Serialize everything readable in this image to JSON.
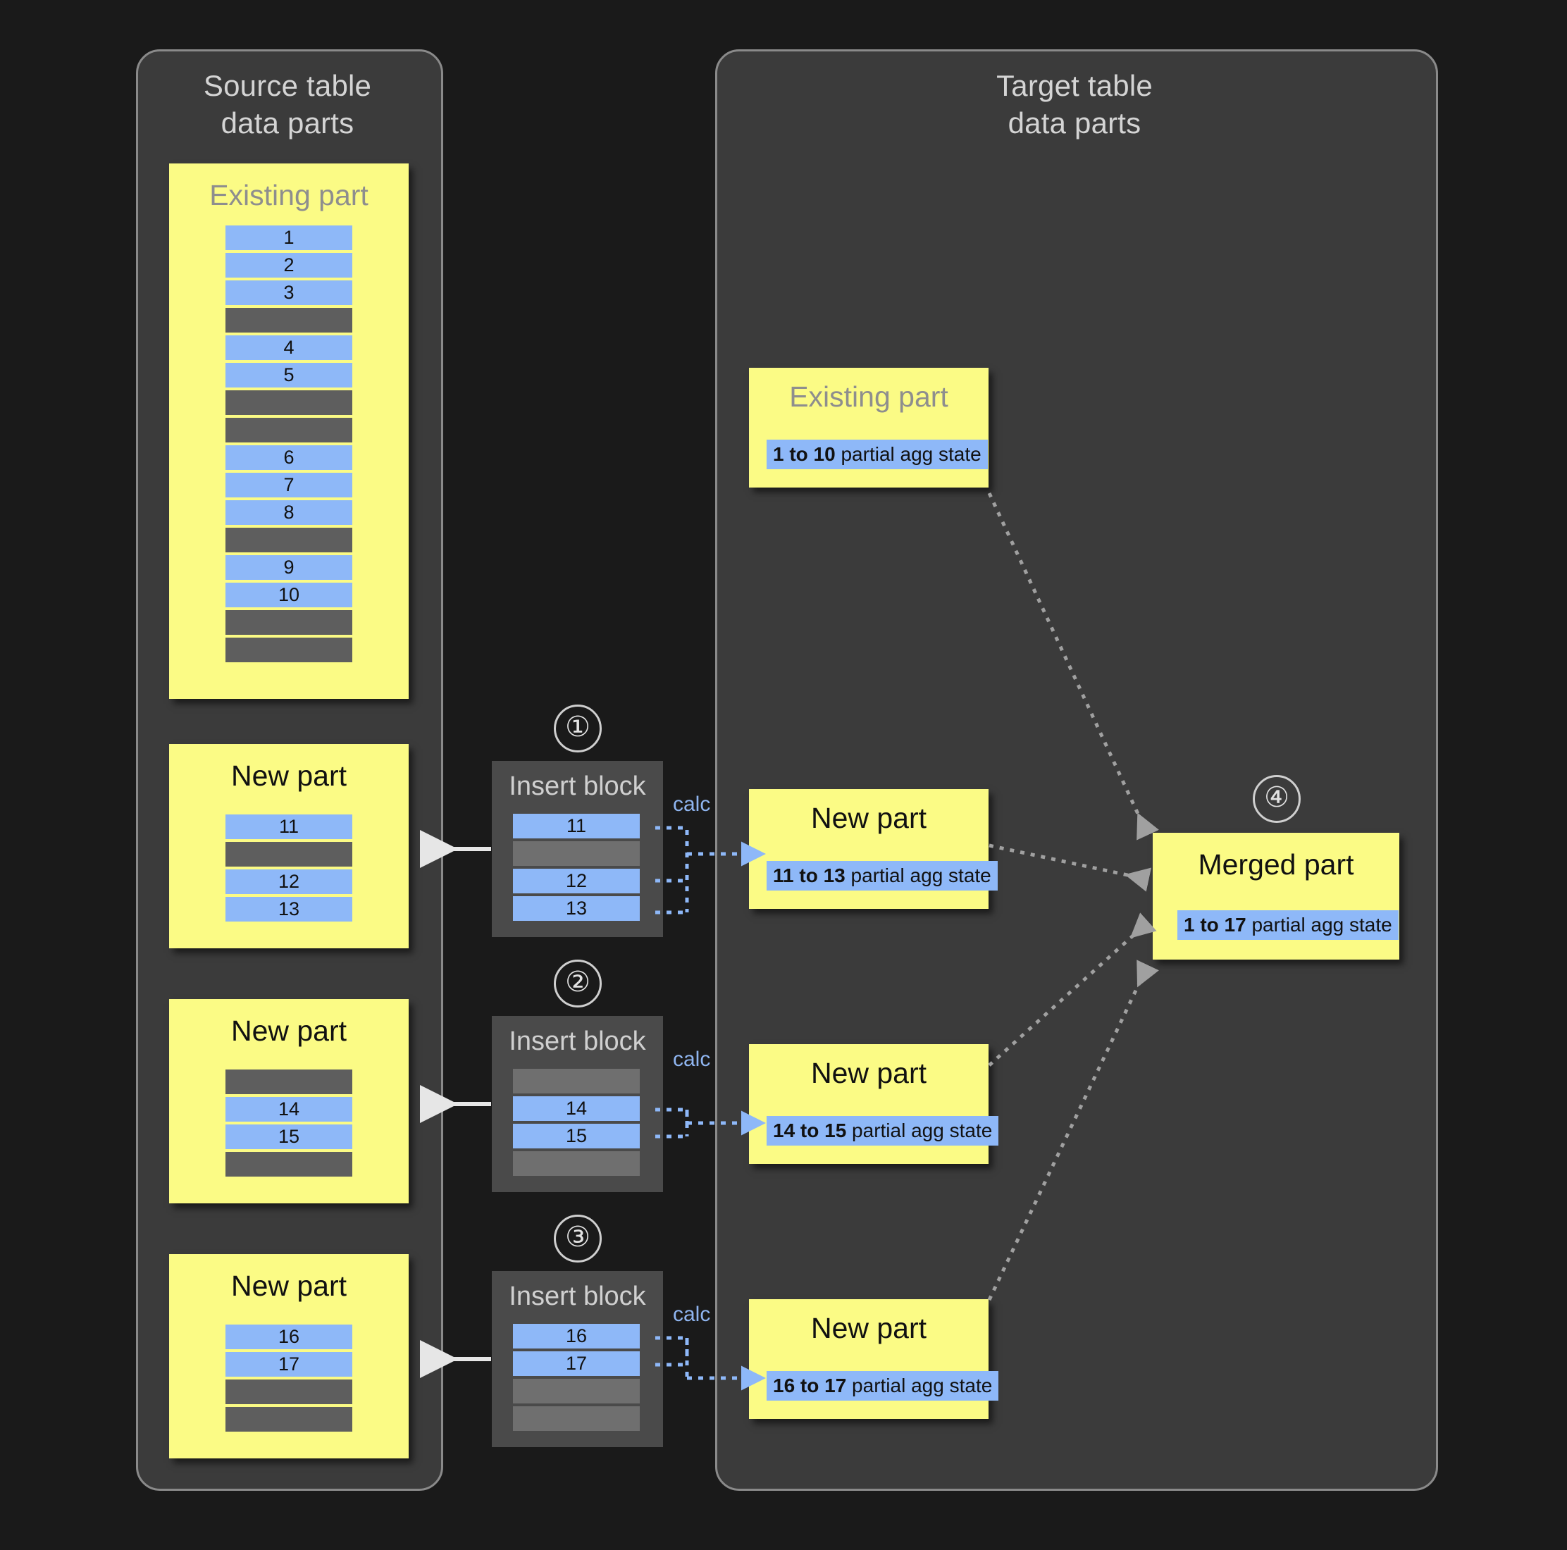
{
  "source_panel": {
    "title": "Source table\ndata parts",
    "parts": [
      {
        "name": "existing-part",
        "title": "Existing part",
        "title_style": "muted",
        "rows": [
          {
            "type": "blue",
            "label": "1"
          },
          {
            "type": "blue",
            "label": "2"
          },
          {
            "type": "blue",
            "label": "3"
          },
          {
            "type": "gray",
            "label": ""
          },
          {
            "type": "blue",
            "label": "4"
          },
          {
            "type": "blue",
            "label": "5"
          },
          {
            "type": "gray",
            "label": ""
          },
          {
            "type": "gray",
            "label": ""
          },
          {
            "type": "blue",
            "label": "6"
          },
          {
            "type": "blue",
            "label": "7"
          },
          {
            "type": "blue",
            "label": "8"
          },
          {
            "type": "gray",
            "label": ""
          },
          {
            "type": "blue",
            "label": "9"
          },
          {
            "type": "blue",
            "label": "10"
          },
          {
            "type": "gray",
            "label": ""
          },
          {
            "type": "gray",
            "label": ""
          }
        ]
      },
      {
        "name": "new-part-1",
        "title": "New part",
        "title_style": "dark",
        "rows": [
          {
            "type": "blue",
            "label": "11"
          },
          {
            "type": "gray",
            "label": ""
          },
          {
            "type": "blue",
            "label": "12"
          },
          {
            "type": "blue",
            "label": "13"
          }
        ]
      },
      {
        "name": "new-part-2",
        "title": "New part",
        "title_style": "dark",
        "rows": [
          {
            "type": "gray",
            "label": ""
          },
          {
            "type": "blue",
            "label": "14"
          },
          {
            "type": "blue",
            "label": "15"
          },
          {
            "type": "gray",
            "label": ""
          }
        ]
      },
      {
        "name": "new-part-3",
        "title": "New part",
        "title_style": "dark",
        "rows": [
          {
            "type": "blue",
            "label": "16"
          },
          {
            "type": "blue",
            "label": "17"
          },
          {
            "type": "gray",
            "label": ""
          },
          {
            "type": "gray",
            "label": ""
          }
        ]
      }
    ]
  },
  "insert_blocks": [
    {
      "step": "①",
      "title": "Insert block",
      "calc_label": "calc",
      "rows": [
        {
          "type": "blue",
          "label": "11"
        },
        {
          "type": "graylite",
          "label": ""
        },
        {
          "type": "blue",
          "label": "12"
        },
        {
          "type": "blue",
          "label": "13"
        }
      ]
    },
    {
      "step": "②",
      "title": "Insert block",
      "calc_label": "calc",
      "rows": [
        {
          "type": "graylite",
          "label": ""
        },
        {
          "type": "blue",
          "label": "14"
        },
        {
          "type": "blue",
          "label": "15"
        },
        {
          "type": "graylite",
          "label": ""
        }
      ]
    },
    {
      "step": "③",
      "title": "Insert block",
      "calc_label": "calc",
      "rows": [
        {
          "type": "blue",
          "label": "16"
        },
        {
          "type": "blue",
          "label": "17"
        },
        {
          "type": "graylite",
          "label": ""
        },
        {
          "type": "graylite",
          "label": ""
        }
      ]
    }
  ],
  "target_panel": {
    "title": "Target table\ndata parts",
    "merge_step": "④",
    "parts": [
      {
        "name": "target-existing-part",
        "title": "Existing part",
        "title_style": "muted",
        "agg_range": "1 to 10",
        "agg_suffix": " partial agg state"
      },
      {
        "name": "target-new-part-1",
        "title": "New part",
        "title_style": "dark",
        "agg_range": "11 to 13",
        "agg_suffix": " partial agg state"
      },
      {
        "name": "target-new-part-2",
        "title": "New part",
        "title_style": "dark",
        "agg_range": "14 to 15",
        "agg_suffix": " partial agg state"
      },
      {
        "name": "target-new-part-3",
        "title": "New part",
        "title_style": "dark",
        "agg_range": "16 to 17",
        "agg_suffix": " partial agg state"
      }
    ],
    "merged_part": {
      "name": "merged-part",
      "title": "Merged part",
      "agg_range": "1 to 17",
      "agg_suffix": " partial agg state"
    }
  },
  "colors": {
    "background": "#1a1a1a",
    "panel_fill": "#3b3b3b",
    "panel_border": "#8a8a8a",
    "card_yellow": "#fbfb85",
    "row_blue": "#8eb8f8",
    "row_gray": "#5e5e5e",
    "insert_block": "#4a4a4a",
    "calc_blue": "#8fb5f0",
    "arrow_white": "#e6e6e6",
    "arrow_gray": "#a0a0a0"
  }
}
